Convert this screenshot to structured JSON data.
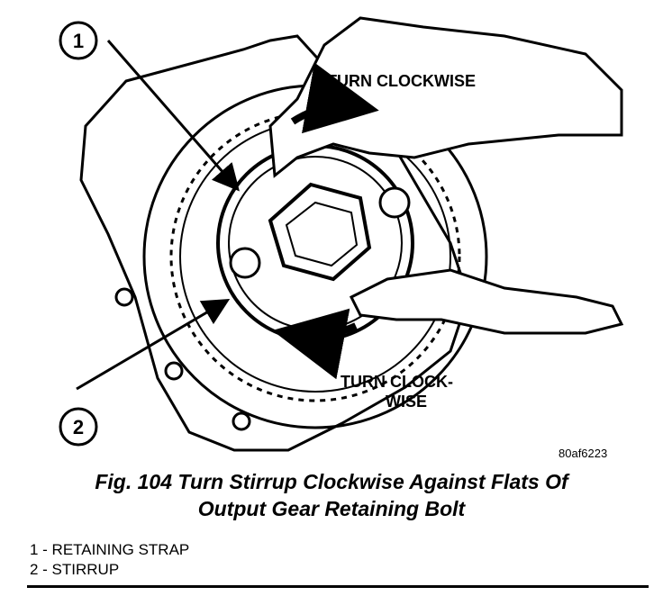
{
  "figure": {
    "callout_1": "1",
    "callout_2": "2",
    "label_top": "TURN CLOCKWISE",
    "label_bottom_line1": "TURN CLOCK-",
    "label_bottom_line2": "WISE",
    "figure_id": "80af6223"
  },
  "caption": {
    "line1": "Fig. 104 Turn Stirrup Clockwise Against Flats Of",
    "line2": "Output Gear Retaining Bolt"
  },
  "legend": {
    "items": [
      "1 - RETAINING STRAP",
      "2 - STIRRUP"
    ]
  }
}
